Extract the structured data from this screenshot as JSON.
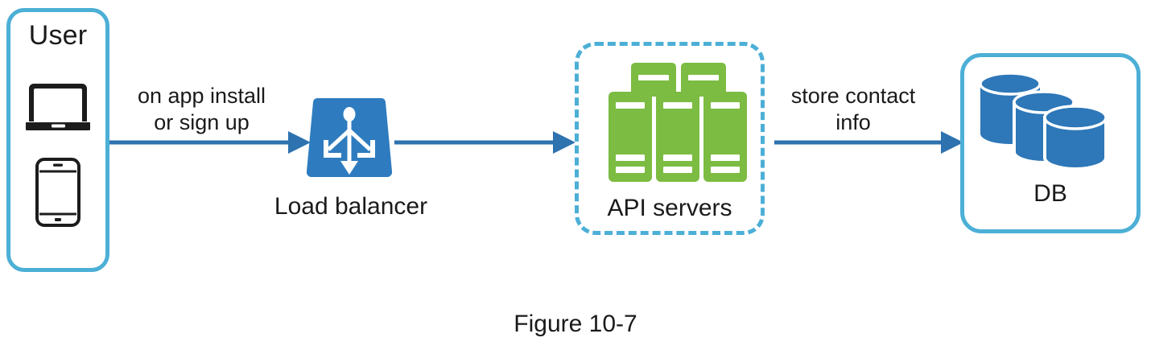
{
  "figure": {
    "caption": "Figure 10-7"
  },
  "colors": {
    "box_border_blue": "#4CAFD6",
    "arrow_blue": "#2E72AF",
    "load_balancer_blue": "#2E7CBF",
    "server_green": "#7CBC42",
    "db_blue": "#2E77B8",
    "text_black": "#1a1a1a",
    "background": "#ffffff"
  },
  "nodes": {
    "user": {
      "label": "User",
      "devices": [
        {
          "name": "laptop-icon"
        },
        {
          "name": "phone-icon"
        }
      ]
    },
    "load_balancer": {
      "label": "Load balancer",
      "icon": "load-balancer-distribute-icon"
    },
    "api_servers": {
      "label": "API servers",
      "icon": "server-rack-icon",
      "server_count": 3,
      "background_server_count": 2,
      "border_style": "dashed"
    },
    "database": {
      "label": "DB",
      "icon": "database-cylinders-icon",
      "cylinder_count": 3
    }
  },
  "edges": [
    {
      "name": "user-to-load-balancer",
      "label": "on app install\nor sign up",
      "from": "user",
      "to": "load_balancer"
    },
    {
      "name": "load-balancer-to-api-servers",
      "label": "",
      "from": "load_balancer",
      "to": "api_servers"
    },
    {
      "name": "api-servers-to-database",
      "label": "store contact\ninfo",
      "from": "api_servers",
      "to": "database"
    }
  ]
}
